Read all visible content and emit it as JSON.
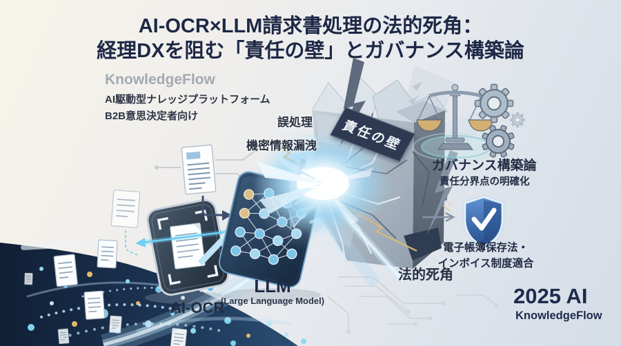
{
  "title": {
    "line1": "AI-OCR×LLM請求書処理の法的死角：",
    "line2": "経理DXを阻む「責任の壁」とガバナンス構築論"
  },
  "brand": {
    "name": "KnowledgeFlow",
    "tagline1": "AI駆動型ナレッジプラットフォーム",
    "tagline2": "B2B意思決定者向け"
  },
  "risks": {
    "misprocessing": "誤処理",
    "data_leak": "機密情報漏洩"
  },
  "wall": {
    "plaque": "責任の壁",
    "caption": "法的死角"
  },
  "ocr": {
    "label": "AI-OCR"
  },
  "llm": {
    "label": "LLM",
    "sublabel": "(Large Language Model)"
  },
  "governance": {
    "title": "ガバナンス構築論",
    "subtitle": "責任分界点の明確化"
  },
  "compliance": {
    "line1": "電子帳簿保存法・",
    "line2": "インボイス制度適合"
  },
  "footer": {
    "year": "2025 AI",
    "brand": "KnowledgeFlow"
  },
  "colors": {
    "title_navy": "#1d2846",
    "brand_gray": "#a3a9b1",
    "swoosh_navy": "#16263e",
    "accent_cyan": "#6cc7f0",
    "gold": "#d9b36a",
    "wall_gray": "#aeb9c6",
    "plaque_navy": "#2d3a52",
    "shield_blue": "#3b6db0"
  }
}
